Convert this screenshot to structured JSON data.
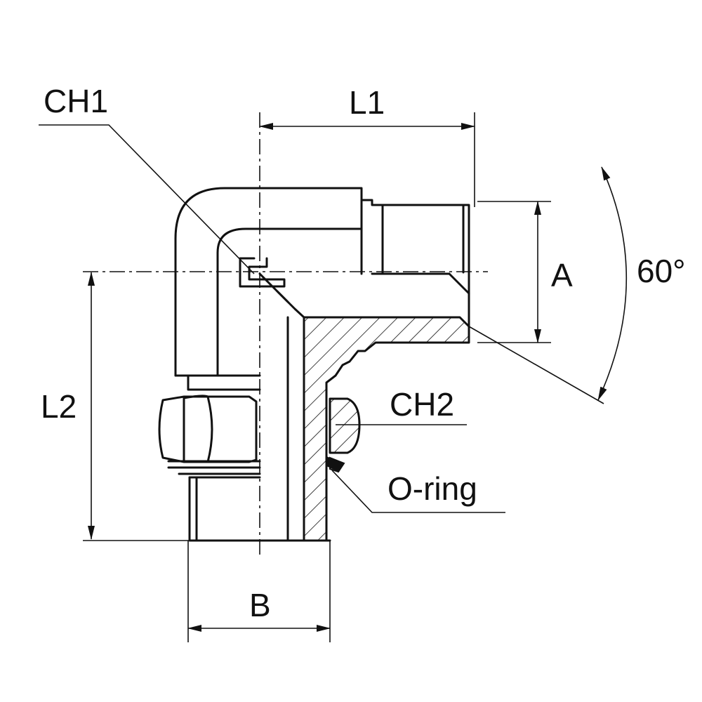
{
  "labels": {
    "ch1": "CH1",
    "l1": "L1",
    "l2": "L2",
    "a": "A",
    "angle": "60°",
    "ch2": "CH2",
    "oring": "O-ring",
    "b": "B"
  }
}
